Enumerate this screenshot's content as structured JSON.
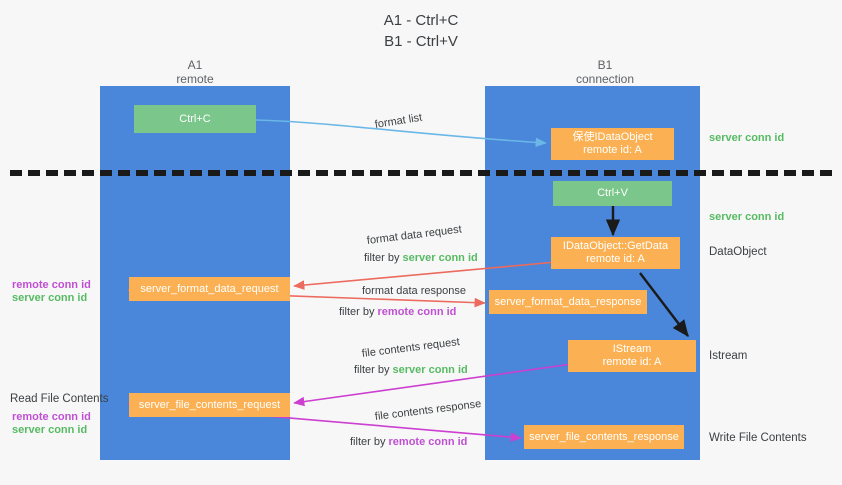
{
  "title": {
    "line1": "A1 - Ctrl+C",
    "line2": "B1 - Ctrl+V"
  },
  "columns": [
    {
      "name": "A1",
      "sub": "remote"
    },
    {
      "name": "B1",
      "sub": "connection"
    }
  ],
  "colors": {
    "lane": "#4a86d9",
    "green_box": "#7bc68a",
    "orange_box": "#fbb153",
    "server_conn_id": "#57bb63",
    "remote_conn_id": "#c14fd4",
    "arrow_blue": "#6ab7e8",
    "arrow_red": "#ec6a5e",
    "arrow_magenta": "#cc3fd0",
    "arrow_dark": "#1a1a1a",
    "background": "#f7f7f7",
    "text": "#3c4043"
  },
  "boxes": {
    "ctrl_c": "Ctrl+C",
    "ctrl_v": "Ctrl+V",
    "idataobject_title": "保使IDataObject",
    "idataobject_sub": "remote id: A",
    "getdata_title": "IDataObject::GetData",
    "getdata_sub": "remote id: A",
    "istream_title": "IStream",
    "istream_sub": "remote id: A",
    "server_format_data_request": "server_format_data_request",
    "server_format_data_response": "server_format_data_response",
    "server_file_contents_request": "server_file_contents_request",
    "server_file_contents_response": "server_file_contents_response"
  },
  "edge_labels": {
    "format_list": "format list",
    "format_data_request": "format data request",
    "format_data_response": "format data response",
    "file_contents_request": "file contents request",
    "file_contents_response": "file contents response",
    "filter_by": "filter by",
    "server_conn_id": "server conn id",
    "remote_conn_id": "remote conn id"
  },
  "annotations": {
    "server_conn_id_top": "server conn id",
    "server_conn_id_mid": "server conn id",
    "left_remote_conn_id_1": "remote conn id",
    "left_server_conn_id_1": "server conn id",
    "read_file_contents": "Read File Contents",
    "left_remote_conn_id_2": "remote conn id",
    "left_server_conn_id_2": "server conn id",
    "right_dataobject": "DataObject",
    "right_istream": "Istream",
    "right_write_file_contents": "Write File Contents"
  }
}
